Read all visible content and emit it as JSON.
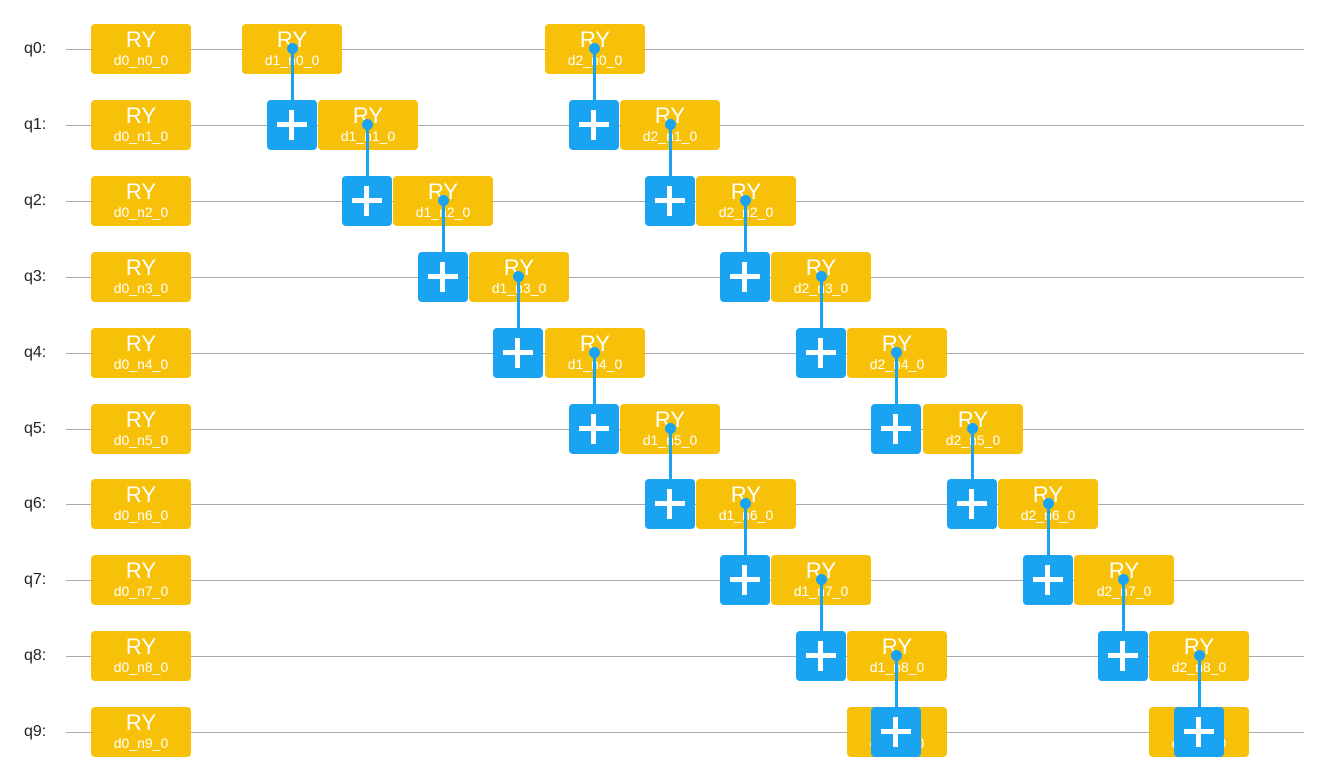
{
  "colors": {
    "ry_gate": "#f7c10a",
    "cx_gate": "#1aa3f0",
    "wire": "#a9a9a9",
    "text": "#222222"
  },
  "icons": {
    "cx_target": "plus-icon",
    "cx_control": "control-dot-icon"
  },
  "qubits": [
    "q0:",
    "q1:",
    "q2:",
    "q3:",
    "q4:",
    "q5:",
    "q6:",
    "q7:",
    "q8:",
    "q9:"
  ],
  "gates": [
    {
      "type": "RY",
      "label": "RY",
      "param": "d0_n0_0",
      "qubit": 0,
      "step": 0
    },
    {
      "type": "RY",
      "label": "RY",
      "param": "d0_n1_0",
      "qubit": 1,
      "step": 0
    },
    {
      "type": "RY",
      "label": "RY",
      "param": "d0_n2_0",
      "qubit": 2,
      "step": 0
    },
    {
      "type": "RY",
      "label": "RY",
      "param": "d0_n3_0",
      "qubit": 3,
      "step": 0
    },
    {
      "type": "RY",
      "label": "RY",
      "param": "d0_n4_0",
      "qubit": 4,
      "step": 0
    },
    {
      "type": "RY",
      "label": "RY",
      "param": "d0_n5_0",
      "qubit": 5,
      "step": 0
    },
    {
      "type": "RY",
      "label": "RY",
      "param": "d0_n6_0",
      "qubit": 6,
      "step": 0
    },
    {
      "type": "RY",
      "label": "RY",
      "param": "d0_n7_0",
      "qubit": 7,
      "step": 0
    },
    {
      "type": "RY",
      "label": "RY",
      "param": "d0_n8_0",
      "qubit": 8,
      "step": 0
    },
    {
      "type": "RY",
      "label": "RY",
      "param": "d0_n9_0",
      "qubit": 9,
      "step": 0
    },
    {
      "type": "RY",
      "label": "RY",
      "param": "d1_n0_0",
      "qubit": 0,
      "step": 2
    },
    {
      "type": "RY",
      "label": "RY",
      "param": "d1_n1_0",
      "qubit": 1,
      "step": 3
    },
    {
      "type": "RY",
      "label": "RY",
      "param": "d1_n2_0",
      "qubit": 2,
      "step": 4
    },
    {
      "type": "RY",
      "label": "RY",
      "param": "d1_n3_0",
      "qubit": 3,
      "step": 5
    },
    {
      "type": "RY",
      "label": "RY",
      "param": "d1_n4_0",
      "qubit": 4,
      "step": 6
    },
    {
      "type": "RY",
      "label": "RY",
      "param": "d1_n5_0",
      "qubit": 5,
      "step": 7
    },
    {
      "type": "RY",
      "label": "RY",
      "param": "d1_n6_0",
      "qubit": 6,
      "step": 8
    },
    {
      "type": "RY",
      "label": "RY",
      "param": "d1_n7_0",
      "qubit": 7,
      "step": 9
    },
    {
      "type": "RY",
      "label": "RY",
      "param": "d1_n8_0",
      "qubit": 8,
      "step": 10
    },
    {
      "type": "RY",
      "label": "RY",
      "param": "d1_n9_0",
      "qubit": 9,
      "step": 10
    },
    {
      "type": "RY",
      "label": "RY",
      "param": "d2_n0_0",
      "qubit": 0,
      "step": 6
    },
    {
      "type": "RY",
      "label": "RY",
      "param": "d2_n1_0",
      "qubit": 1,
      "step": 7
    },
    {
      "type": "RY",
      "label": "RY",
      "param": "d2_n2_0",
      "qubit": 2,
      "step": 8
    },
    {
      "type": "RY",
      "label": "RY",
      "param": "d2_n3_0",
      "qubit": 3,
      "step": 9
    },
    {
      "type": "RY",
      "label": "RY",
      "param": "d2_n4_0",
      "qubit": 4,
      "step": 10
    },
    {
      "type": "RY",
      "label": "RY",
      "param": "d2_n5_0",
      "qubit": 5,
      "step": 11
    },
    {
      "type": "RY",
      "label": "RY",
      "param": "d2_n6_0",
      "qubit": 6,
      "step": 12
    },
    {
      "type": "RY",
      "label": "RY",
      "param": "d2_n7_0",
      "qubit": 7,
      "step": 13
    },
    {
      "type": "RY",
      "label": "RY",
      "param": "d2_n8_0",
      "qubit": 8,
      "step": 14
    },
    {
      "type": "RY",
      "label": "RY",
      "param": "d2_n9_0",
      "qubit": 9,
      "step": 14
    },
    {
      "type": "CX",
      "control": 0,
      "target": 1,
      "step": 1
    },
    {
      "type": "CX",
      "control": 1,
      "target": 2,
      "step": 2
    },
    {
      "type": "CX",
      "control": 2,
      "target": 3,
      "step": 3
    },
    {
      "type": "CX",
      "control": 3,
      "target": 4,
      "step": 4
    },
    {
      "type": "CX",
      "control": 4,
      "target": 5,
      "step": 5
    },
    {
      "type": "CX",
      "control": 5,
      "target": 6,
      "step": 6
    },
    {
      "type": "CX",
      "control": 6,
      "target": 7,
      "step": 7
    },
    {
      "type": "CX",
      "control": 7,
      "target": 8,
      "step": 8
    },
    {
      "type": "CX",
      "control": 8,
      "target": 9,
      "step": 9
    },
    {
      "type": "CX",
      "control": 0,
      "target": 1,
      "step": 5
    },
    {
      "type": "CX",
      "control": 1,
      "target": 2,
      "step": 6
    },
    {
      "type": "CX",
      "control": 2,
      "target": 3,
      "step": 7
    },
    {
      "type": "CX",
      "control": 3,
      "target": 4,
      "step": 8
    },
    {
      "type": "CX",
      "control": 4,
      "target": 5,
      "step": 9
    },
    {
      "type": "CX",
      "control": 5,
      "target": 6,
      "step": 10
    },
    {
      "type": "CX",
      "control": 6,
      "target": 7,
      "step": 11
    },
    {
      "type": "CX",
      "control": 7,
      "target": 8,
      "step": 12
    },
    {
      "type": "CX",
      "control": 8,
      "target": 9,
      "step": 13
    }
  ]
}
